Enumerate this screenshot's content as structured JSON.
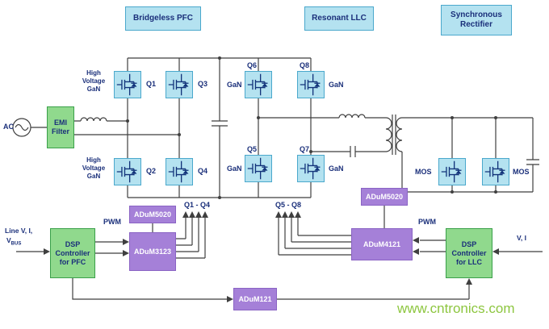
{
  "sections": {
    "pfc": "Bridgeless PFC",
    "llc": "Resonant LLC",
    "sync": "Synchronous Rectifier"
  },
  "source": {
    "ac": "AC"
  },
  "emi": {
    "line1": "EMI",
    "line2": "Filter"
  },
  "pfc_stage": {
    "hv_top": {
      "l1": "High",
      "l2": "Voltage",
      "l3": "GaN"
    },
    "hv_bottom": {
      "l1": "High",
      "l2": "Voltage",
      "l3": "GaN"
    },
    "q1": "Q1",
    "q2": "Q2",
    "q3": "Q3",
    "q4": "Q4"
  },
  "llc_stage": {
    "q5": "Q5",
    "q6": "Q6",
    "q7": "Q7",
    "q8": "Q8",
    "gan_q5": "GaN",
    "gan_q6": "GaN",
    "gan_q7": "GaN",
    "gan_q8": "GaN"
  },
  "rectifier": {
    "mos_left": "MOS",
    "mos_right": "MOS"
  },
  "control": {
    "line_sense_l1": "Line V, I,",
    "line_sense_v": "V",
    "line_sense_sub": "BUS",
    "dsp_pfc": {
      "l1": "DSP",
      "l2": "Controller",
      "l3": "for PFC"
    },
    "pwm_left": "PWM",
    "adum5020_left": "ADuM5020",
    "adum3123": "ADuM3123",
    "gates_pfc": "Q1 - Q4",
    "gates_llc": "Q5 - Q8",
    "adum5020_right": "ADuM5020",
    "adum4121": "ADuM4121",
    "pwm_right": "PWM",
    "dsp_llc": {
      "l1": "DSP",
      "l2": "Controller",
      "l3": "for LLC"
    },
    "vi": "V, I",
    "adum121": "ADuM121"
  },
  "watermark": "www.cntronics.com",
  "colors": {
    "component_fill": "#b4e2f0",
    "component_border": "#4aa8cc",
    "controller_fill": "#90d98d",
    "isolator_fill": "#a580d8",
    "label_text": "#1a2f7a",
    "wire": "#3f3f3f",
    "watermark": "#8dc63f"
  }
}
